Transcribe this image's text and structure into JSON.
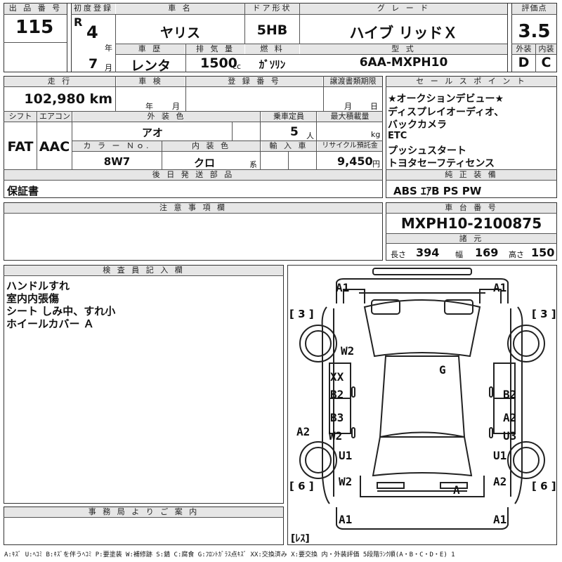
{
  "top": {
    "lot_header": "出 品 番 号",
    "lot_no": "115",
    "reg_header": "初度登録",
    "era": "R",
    "reg_year": "4",
    "year_unit": "年",
    "reg_month": "7",
    "month_unit": "月",
    "car_name_header": "車 名",
    "car_name": "ヤリス",
    "door_header": "ドア形状",
    "door": "5HB",
    "grade_header": "グ レ ー ド",
    "grade": "ハイブ リッドＸ",
    "score_header": "評価点",
    "score": "3.5",
    "history_header": "車 歴",
    "history": "レンタ",
    "displacement_header": "排 気 量",
    "displacement": "1500",
    "displacement_unit": "cc",
    "fuel_header": "燃 料",
    "fuel": "ｶﾞｿﾘﾝ",
    "model_header": "型 式",
    "model": "6AA-MXPH10",
    "exterior_header": "外装",
    "exterior": "D",
    "interior_header": "内装",
    "interior": "C"
  },
  "mid": {
    "mileage_header": "走 行",
    "mileage": "102,980 km",
    "inspection_header": "車 検",
    "year_label": "年",
    "month_label": "月",
    "reg_no_header": "登 録 番 号",
    "transfer_header": "譲渡書類期限",
    "transfer_month": "月",
    "transfer_day": "日",
    "shift_header": "シフト",
    "shift": "FAT",
    "ac_header": "エアコン",
    "ac": "AAC",
    "ext_color_header": "外 装 色",
    "ext_color": "アオ",
    "capacity_header": "乗車定員",
    "capacity": "5",
    "capacity_unit": "人",
    "load_header": "最大積載量",
    "load_unit": "kg",
    "color_no_header": "カ ラ ー Ｎｏ.",
    "color_no": "8W7",
    "int_color_header": "内 装 色",
    "int_color": "クロ",
    "int_color_unit": "系",
    "import_header": "輸 入 車",
    "recycle_header": "リサイクル預託金",
    "recycle": "9,450",
    "recycle_unit": "円",
    "later_header": "後 日 発 送 部 品",
    "later_item": "保証書"
  },
  "sales": {
    "header": "セ ー ル ス ポ イ ン ト",
    "lines": [
      "★オークションデビュー★",
      "ディスプレイオーディオ、",
      "バックカメラ",
      "ETC",
      "プッシュスタート",
      "トヨタセーフティセンス"
    ],
    "equip_header": "純 正 装 備",
    "equip": "ABS ｴｱB PS PW"
  },
  "notes": {
    "header": "注 意 事 項 欄"
  },
  "chassis": {
    "header": "車 台 番 号",
    "number": "MXPH10-2100875",
    "spec_header": "諸 元",
    "length_label": "長さ",
    "length": "394",
    "width_label": "幅",
    "width": "169",
    "height_label": "高さ",
    "height": "150"
  },
  "inspector": {
    "header": "検 査 員 記 入 欄",
    "lines": [
      "ハンドルすれ",
      "室内内張傷",
      "シート しみ中、すれ小",
      "ホイールカバー Ａ"
    ]
  },
  "office": {
    "header": "事 務 局 よ り ご 案 内"
  },
  "diagram": {
    "marks": [
      "A1",
      "A1",
      "W2",
      "G",
      "XX",
      "B2",
      "B2",
      "B3",
      "A2",
      "A2",
      "W2",
      "U3",
      "U1",
      "U1",
      "W2",
      "A2",
      "A",
      "A1",
      "A1"
    ],
    "bracket_left_top": "[ 3 ]",
    "bracket_right_top": "[ 3 ]",
    "bracket_left_bottom": "[ 6 ]",
    "bracket_right_bottom": "[ 6 ]",
    "bracket_rear": "[ﾚｽ]"
  },
  "legend": "A:ｷｽﾞ U:ﾍｺﾐ B:ｷｽﾞを伴うﾍｺﾐ P:要塗装 W:補修跡 S:錆 C:腐食 G:ﾌﾛﾝﾄｶﾞﾗｽ点ｷｽﾞ XX:交換済み X:要交換  内・外装評価 5段階ﾗﾝｸ順(A・B・C・D・E) 1"
}
